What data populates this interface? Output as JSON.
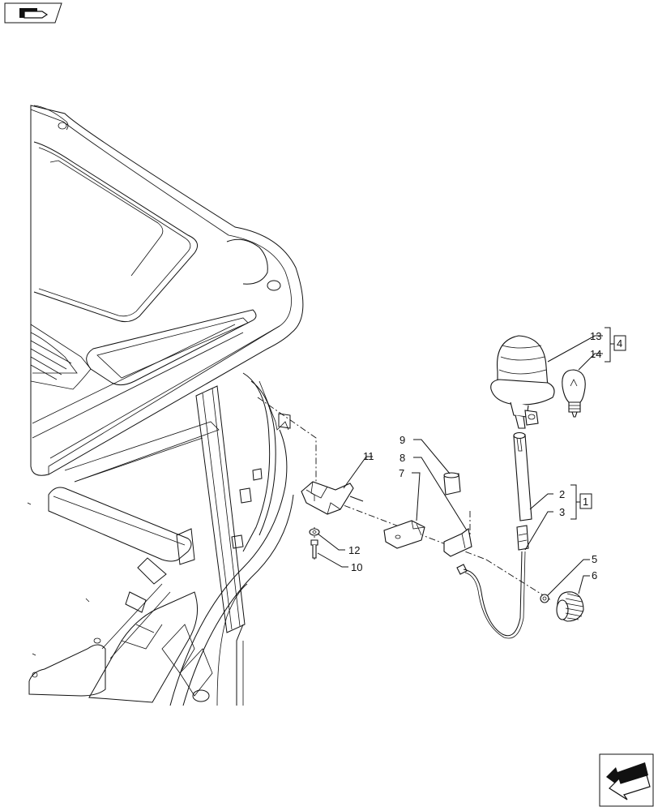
{
  "nav": {
    "top_left_icon": "prev-page-arrow-icon",
    "bottom_right_icon": "next-page-arrow-icon"
  },
  "callouts": {
    "c1": "1",
    "c2": "2",
    "c3": "3",
    "c4": "4",
    "c5": "5",
    "c6": "6",
    "c7": "7",
    "c8": "8",
    "c9": "9",
    "c10": "10",
    "c11": "11",
    "c12": "12",
    "c13": "13",
    "c14": "14"
  }
}
